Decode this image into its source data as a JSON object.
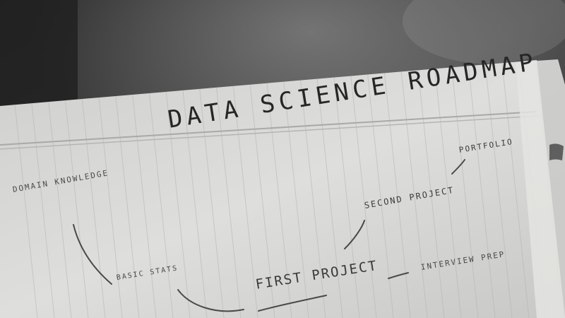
{
  "colors": {
    "background": "#3a3a3a",
    "paper": "#dcdcda",
    "ink": "#2a2a2a",
    "rule_lines": "#b3b3b3"
  },
  "note": {
    "title": "DATA SCIENCE ROADMAP",
    "nodes": {
      "domain_knowledge": "DOMAIN KNOWLEDGE",
      "basic_stats": "BASIC STATS",
      "first_project": "FIRST PROJECT",
      "second_project": "SECOND PROJECT",
      "portfolio": "PORTFOLIO",
      "interview_prep": "INTERVIEW PREP"
    }
  }
}
